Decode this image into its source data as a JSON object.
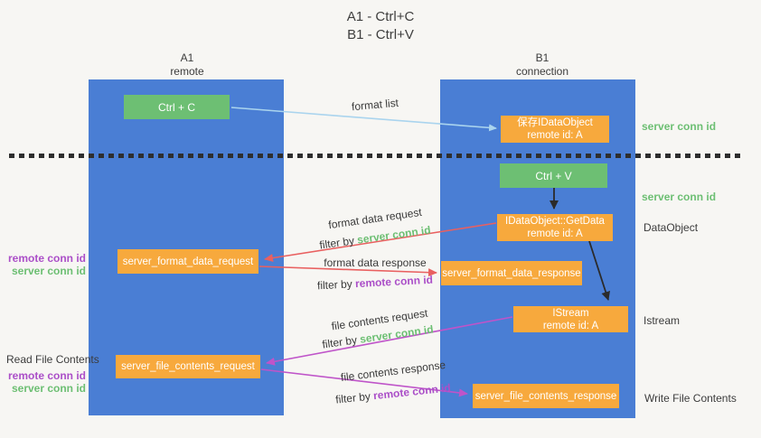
{
  "title": {
    "line1": "A1 - Ctrl+C",
    "line2": "B1 - Ctrl+V"
  },
  "lifelines": {
    "left": {
      "name": "A1",
      "subtitle": "remote"
    },
    "right": {
      "name": "B1",
      "subtitle": "connection"
    }
  },
  "boxes": {
    "ctrl_c": {
      "label": "Ctrl + C"
    },
    "ctrl_v": {
      "label": "Ctrl + V"
    },
    "save_dataobject": {
      "line1": "保存IDataObject",
      "line2": "remote id: A"
    },
    "getdata": {
      "line1": "IDataObject::GetData",
      "line2": "remote id: A"
    },
    "istream": {
      "line1": "IStream",
      "line2": "remote id: A"
    },
    "format_request": {
      "label": "server_format_data_request"
    },
    "format_response": {
      "label": "server_format_data_response"
    },
    "file_request": {
      "label": "server_file_contents_request"
    },
    "file_response": {
      "label": "server_file_contents_response"
    }
  },
  "arrow_labels": {
    "format_list": "format list",
    "format_request": {
      "line1": "format data request",
      "prefix": "filter by ",
      "key": "server conn id"
    },
    "format_response": {
      "line1": "format data response",
      "prefix": "filter by ",
      "key": "remote conn id"
    },
    "file_request": {
      "line1": "file contents request",
      "prefix": "filter by ",
      "key": "server conn id"
    },
    "file_response": {
      "line1": "file contents response",
      "prefix": "filter by ",
      "key": "remote conn id"
    }
  },
  "side_labels": {
    "right_server_conn_1": "server conn id",
    "right_server_conn_2": "server conn id",
    "dataobject": "DataObject",
    "istream": "Istream",
    "write_file": "Write File Contents",
    "read_file": "Read File Contents",
    "left_remote_conn_1": "remote conn id",
    "left_server_conn_1": "server conn id",
    "left_remote_conn_2": "remote conn id",
    "left_server_conn_2": "server conn id"
  },
  "colors": {
    "lifeline_blue": "#4a7ed4",
    "action_green": "#6dbf73",
    "object_orange": "#f7a93d",
    "server_conn_green": "#6dbf73",
    "remote_conn_purple": "#ab4fc8",
    "format_arrow_red": "#e96060",
    "file_arrow_magenta": "#bf54c9",
    "format_list_arrow_blue": "#aad4ee",
    "black_arrow": "#2b2b2b"
  }
}
